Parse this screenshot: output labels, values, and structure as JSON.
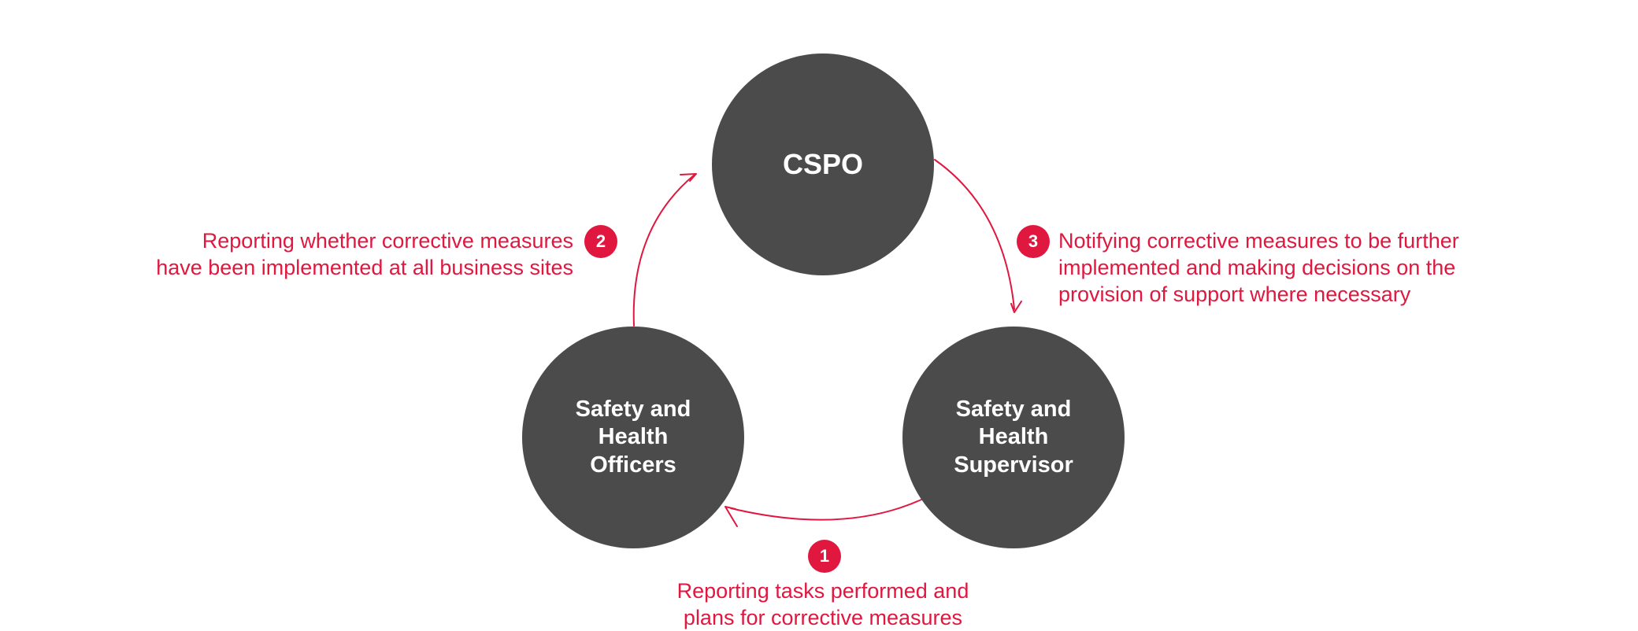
{
  "colors": {
    "node_fill": "#4b4b4b",
    "accent": "#e0173f",
    "node_text": "#ffffff"
  },
  "nodes": {
    "cspo": {
      "label": "CSPO"
    },
    "officers": {
      "label": "Safety and\nHealth\nOfficers"
    },
    "supervisor": {
      "label": "Safety and\nHealth\nSupervisor"
    }
  },
  "steps": [
    {
      "number": "1",
      "lines": [
        "Reporting tasks performed and",
        "plans for corrective measures"
      ]
    },
    {
      "number": "2",
      "lines": [
        "Reporting whether corrective measures",
        "have been implemented at all business sites"
      ]
    },
    {
      "number": "3",
      "lines": [
        "Notifying corrective measures to be further",
        "implemented and making decisions on the",
        "provision of support where necessary"
      ]
    }
  ]
}
